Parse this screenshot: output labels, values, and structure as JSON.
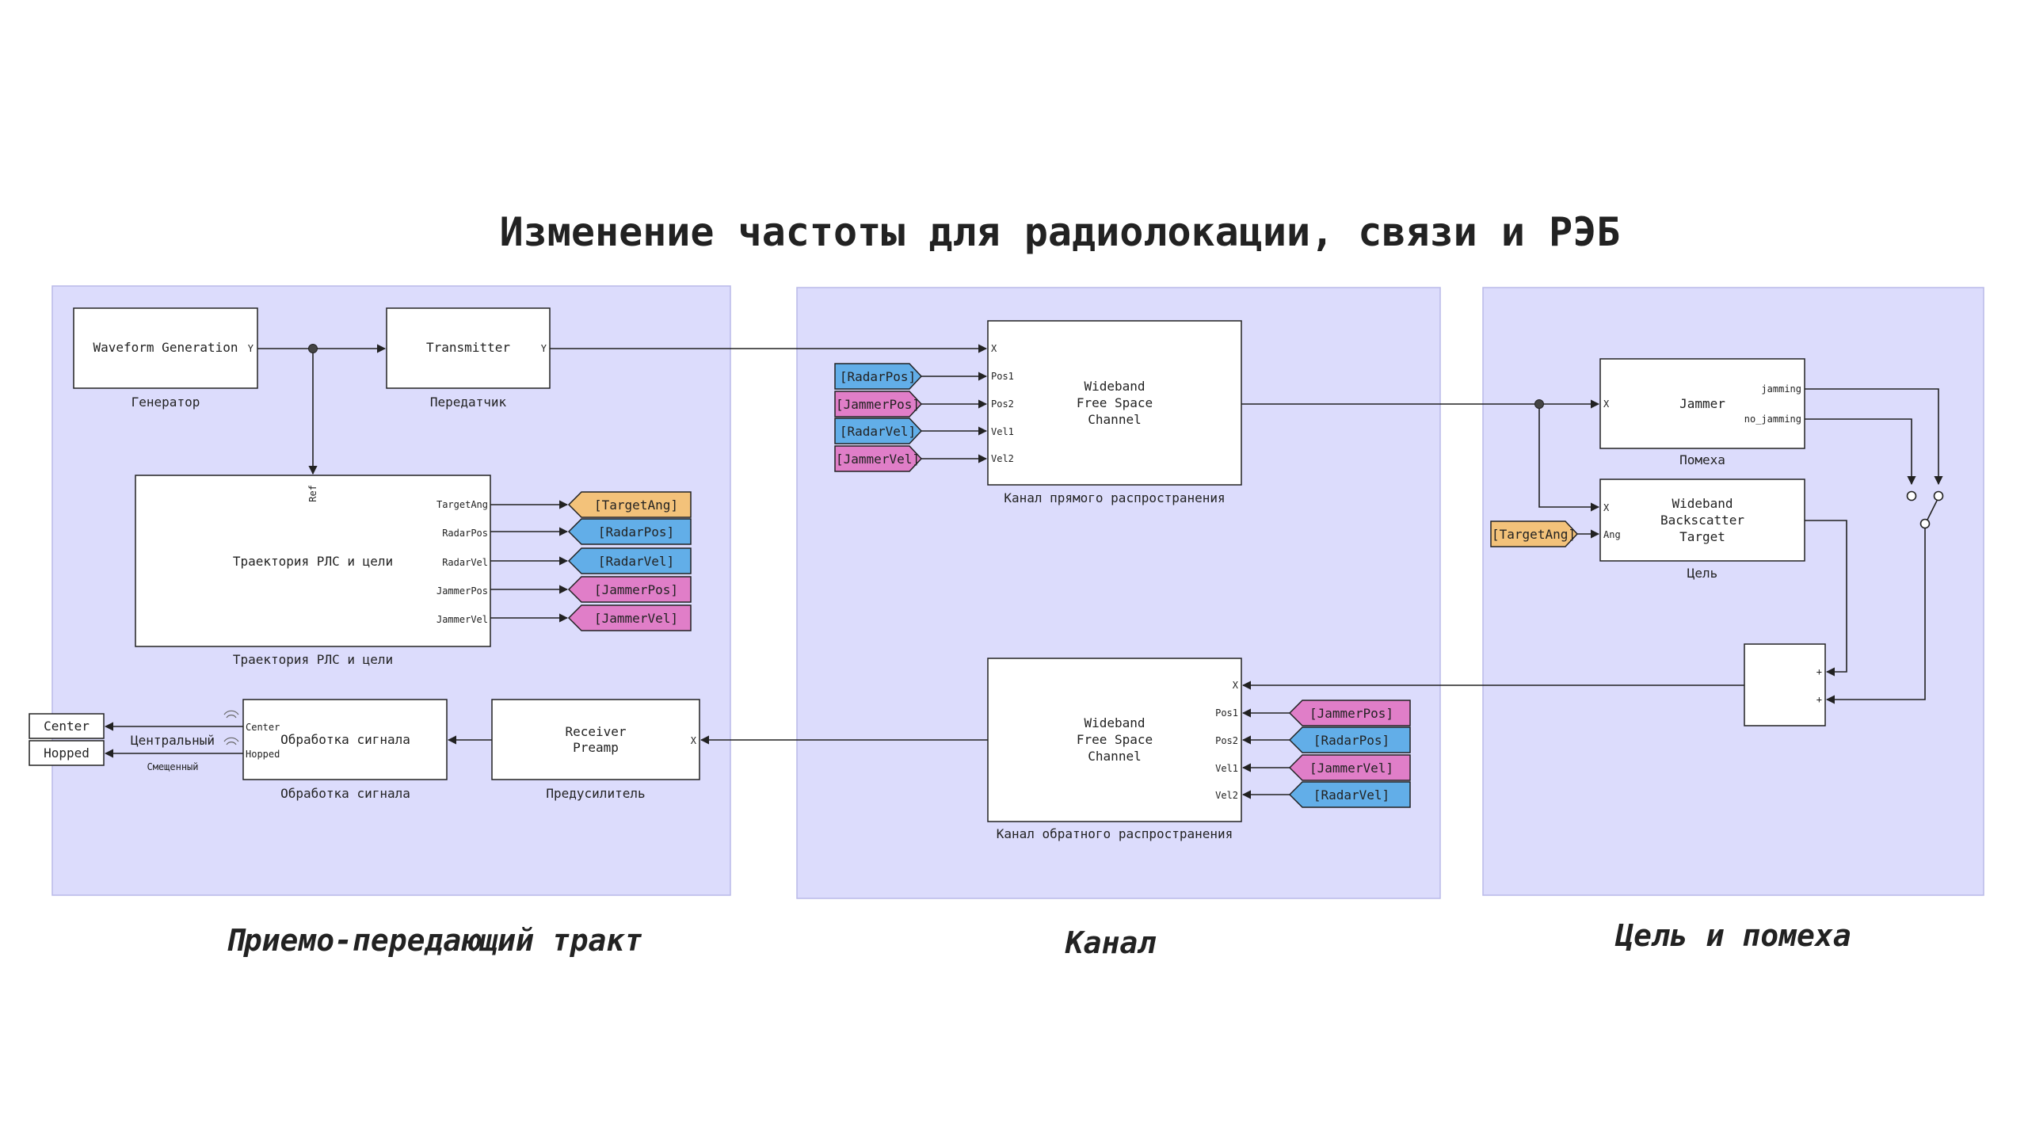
{
  "title": "Изменение частоты для радиолокации, связи и РЭБ",
  "colors": {
    "background": "#ffffff",
    "area_fill": "#dcdcfc",
    "area_stroke": "#b9b9e8",
    "tag_orange": "#f3c27a",
    "tag_blue": "#62aee8",
    "tag_pink": "#e07ec8"
  },
  "sections": {
    "transceiver": "Приемо-передающий тракт",
    "channel": "Канал",
    "target_jammer": "Цель и помеха"
  },
  "blocks": {
    "waveform": {
      "label": "Waveform Generation",
      "port_out": "Y",
      "caption": "Генератор"
    },
    "transmitter": {
      "label": "Transmitter",
      "port_out": "Y",
      "caption": "Передатчик"
    },
    "trajectory": {
      "label": "Траектория РЛС и цели",
      "caption": "Траектория РЛС и цели",
      "port_in": "Ref",
      "ports_out": [
        "TargetAng",
        "RadarPos",
        "RadarVel",
        "JammerPos",
        "JammerVel"
      ]
    },
    "signal_proc": {
      "label": "Обработка сигнала",
      "caption": "Обработка сигнала",
      "port_center": "Center",
      "port_hopped": "Hopped"
    },
    "receiver": {
      "label_1": "Receiver",
      "label_2": "Preamp",
      "port_in": "X",
      "caption": "Предусилитель"
    },
    "fwd_channel": {
      "label_1": "Wideband",
      "label_2": "Free Space",
      "label_3": "Channel",
      "port_x": "X",
      "ports": [
        "Pos1",
        "Pos2",
        "Vel1",
        "Vel2"
      ],
      "caption": "Канал прямого распространения"
    },
    "back_channel": {
      "label_1": "Wideband",
      "label_2": "Free Space",
      "label_3": "Channel",
      "port_x": "X",
      "ports": [
        "Pos1",
        "Pos2",
        "Vel1",
        "Vel2"
      ],
      "caption": "Канал обратного распространения"
    },
    "jammer": {
      "label": "Jammer",
      "port_in": "X",
      "port_jamming": "jamming",
      "port_no_jamming": "no_jamming",
      "caption": "Помеха"
    },
    "target": {
      "label_1": "Wideband",
      "label_2": "Backscatter",
      "label_3": "Target",
      "port_x": "X",
      "port_ang": "Ang",
      "caption": "Цель"
    },
    "sum": {
      "plus_1": "+",
      "plus_2": "+"
    }
  },
  "goto_tags": {
    "trajectory": [
      "[TargetAng]",
      "[RadarPos]",
      "[RadarVel]",
      "[JammerPos]",
      "[JammerVel]"
    ],
    "fwd_channel": [
      "[RadarPos]",
      "[JammerPos]",
      "[RadarVel]",
      "[JammerVel]"
    ],
    "back_channel": [
      "[JammerPos]",
      "[RadarPos]",
      "[JammerVel]",
      "[RadarVel]"
    ],
    "target": [
      "[TargetAng]"
    ]
  },
  "outputs": {
    "center": {
      "label": "Center",
      "wire_label": "Центральный"
    },
    "hopped": {
      "label": "Hopped",
      "wire_label": "Смещенный"
    }
  }
}
